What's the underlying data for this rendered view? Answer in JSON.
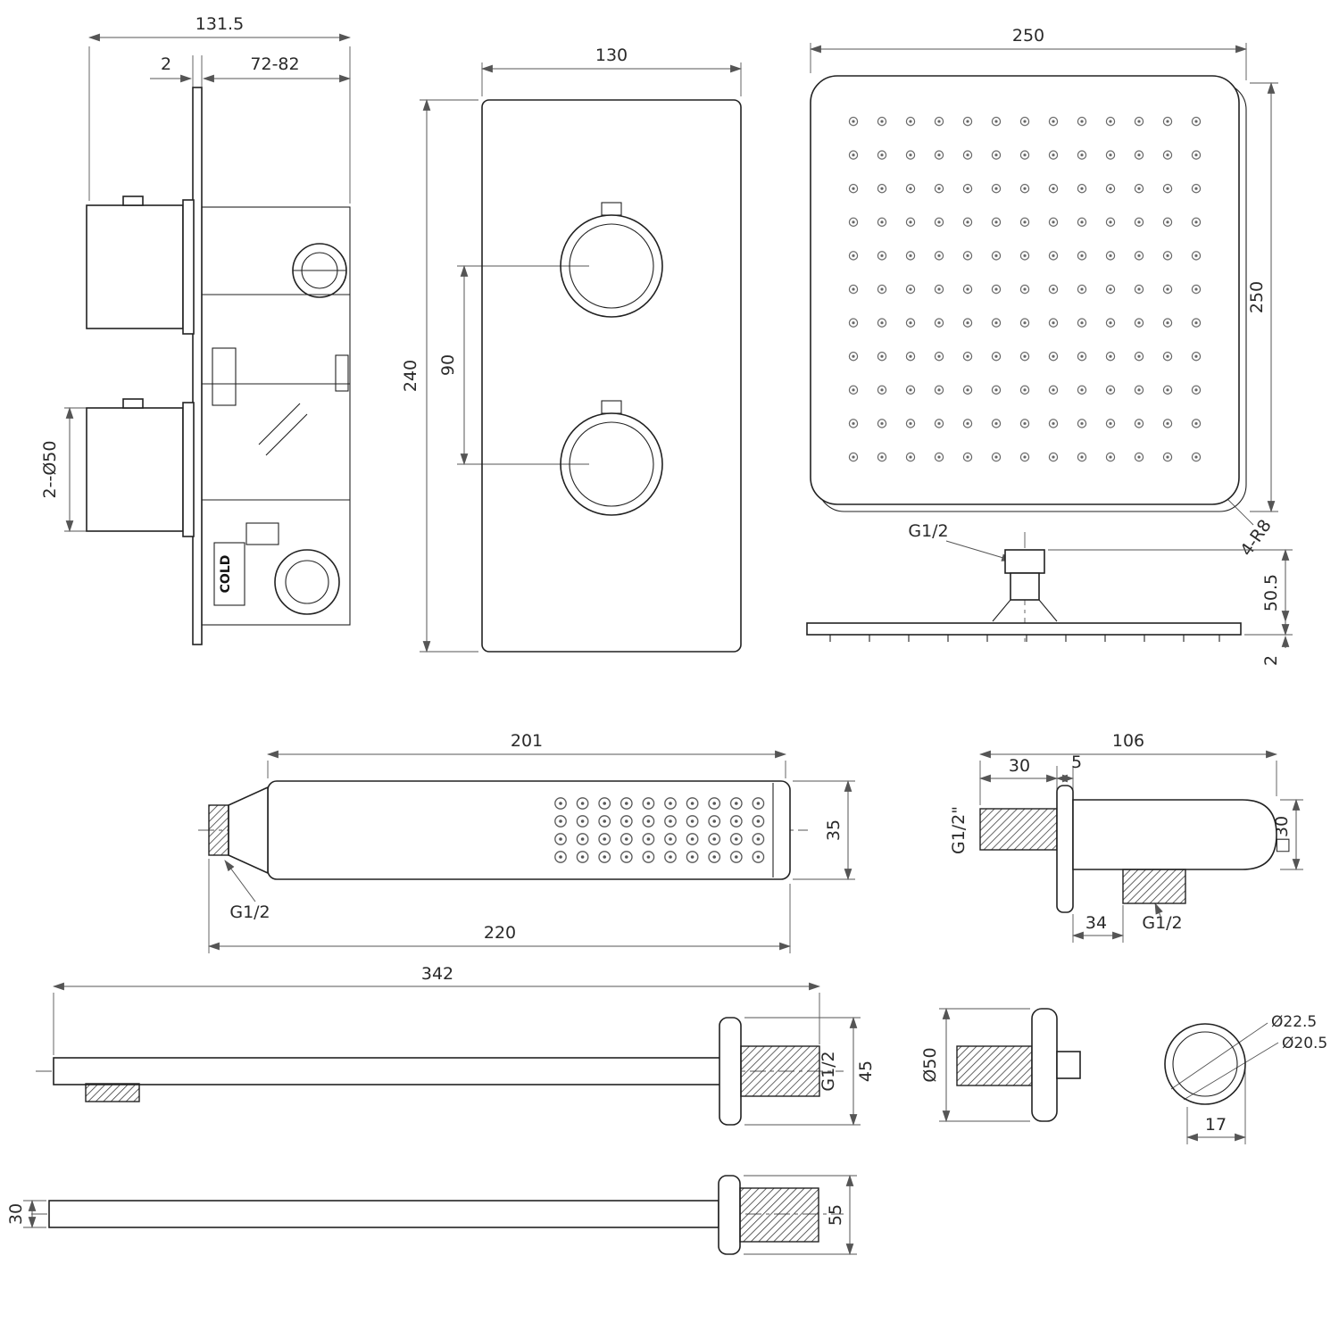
{
  "valve_side": {
    "dim_overall_width": "131.5",
    "dim_plate_thickness": "2",
    "dim_depth_range": "72-82",
    "dim_knob_diameter": "2--Ø50",
    "label_cold": "COLD"
  },
  "valve_front": {
    "dim_width": "130",
    "dim_height": "240",
    "dim_knob_spacing": "90"
  },
  "head_top": {
    "dim_width": "250",
    "dim_height": "250",
    "label_corner_radius": "4-R8"
  },
  "head_side": {
    "label_thread": "G1/2",
    "dim_height": "50.5",
    "dim_thickness": "2"
  },
  "hand_shower": {
    "dim_body_length": "201",
    "dim_total_length": "220",
    "dim_height": "35",
    "label_thread": "G1/2"
  },
  "outlet_elbow": {
    "dim_width": "106",
    "dim_inlet_length": "30",
    "dim_flange_thickness": "5",
    "label_thread_inlet": "G1/2\"",
    "dim_body_square": "□30",
    "dim_outlet_offset": "34",
    "label_thread_outlet": "G1/2"
  },
  "shower_arm_side": {
    "dim_length": "342",
    "label_thread": "G1/2",
    "dim_flange_height": "45"
  },
  "holder": {
    "dim_flange_diameter": "Ø50",
    "dim_ring_outer": "Ø22.5",
    "dim_ring_inner": "Ø20.5",
    "dim_ring_depth": "17"
  },
  "shower_arm_top": {
    "dim_tube_width": "30",
    "dim_flange_width": "55"
  }
}
